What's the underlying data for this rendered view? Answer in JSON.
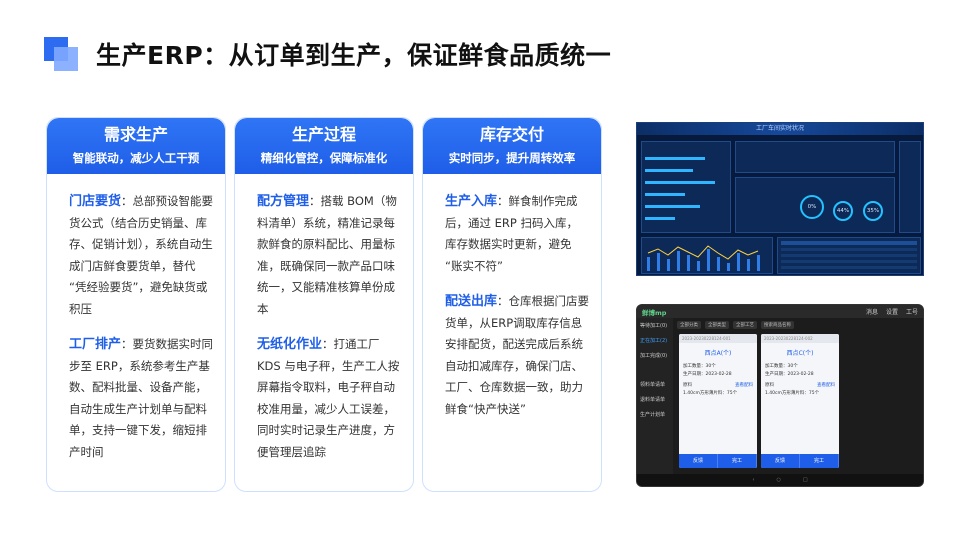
{
  "page": {
    "title": "生产ERP：从订单到生产，保证鲜食品质统一"
  },
  "cards": [
    {
      "title": "需求生产",
      "subtitle": "智能联动，减少人工干预",
      "sections": [
        {
          "heading": "门店要货",
          "text": "：总部预设智能要货公式（结合历史销量、库存、促销计划），系统自动生成门店鲜食要货单，替代 “凭经验要货”，避免缺货或积压"
        },
        {
          "heading": "工厂排产",
          "text": "：要货数据实时同步至 ERP，系统参考生产基数、配料批量、设备产能，自动生成生产计划单与配料单，支持一键下发，缩短排产时间"
        }
      ]
    },
    {
      "title": "生产过程",
      "subtitle": "精细化管控，保障标准化",
      "sections": [
        {
          "heading": "配方管理",
          "text": "：搭载 BOM（物料清单）系统，精准记录每款鲜食的原料配比、用量标准，既确保同一款产品口味统一，又能精准核算单份成本"
        },
        {
          "heading": "无纸化作业",
          "text": "：打通工厂 KDS 与电子秤，生产工人按屏幕指令取料，电子秤自动校准用量，减少人工误差，同时实时记录生产进度，方便管理层追踪"
        }
      ]
    },
    {
      "title": "库存交付",
      "subtitle": "实时同步，提升周转效率",
      "sections": [
        {
          "heading": "生产入库",
          "text": "：鲜食制作完成后，通过 ERP 扫码入库，库存数据实时更新，避免 “账实不符”"
        },
        {
          "heading": "配送出库",
          "text": "：仓库根据门店要货单，从ERP调取库存信息安排配货，配送完成后系统自动扣减库存，确保门店、工厂、仓库数据一致，助力鲜食“快产快送”"
        }
      ]
    }
  ],
  "dashboard": {
    "title": "工厂车间实时状况",
    "ring1": "0%",
    "ring2": "44%",
    "ring3": "35%"
  },
  "tablet": {
    "brand": "鲜博mp",
    "right_items": [
      "消息",
      "设置",
      "工号"
    ],
    "side_items": [
      "等待加工(0)",
      "正在加工(2)",
      "加工完成(0)",
      "领料单请单",
      "退料单请单",
      "生产计划单"
    ],
    "filters": [
      "全部分类",
      "全部类型",
      "全部工艺",
      "搜索商品名称"
    ],
    "cards": [
      {
        "header": "2023-20230228124-001",
        "name": "西点A(个)",
        "qty": "加工数量：30个",
        "date": "生产日期：2023-02-28",
        "label": "原料",
        "link": "查看配料",
        "line": "1.40cm方形薄片料：75个",
        "btn1": "反馈",
        "btn2": "完工"
      },
      {
        "header": "2023-20230228124-002",
        "name": "西点C(个)",
        "qty": "加工数量：30个",
        "date": "生产日期：2023-02-28",
        "label": "原料",
        "link": "查看配料",
        "line": "1.40cm方形薄片料：75个",
        "btn1": "反馈",
        "btn2": "完工"
      }
    ]
  }
}
